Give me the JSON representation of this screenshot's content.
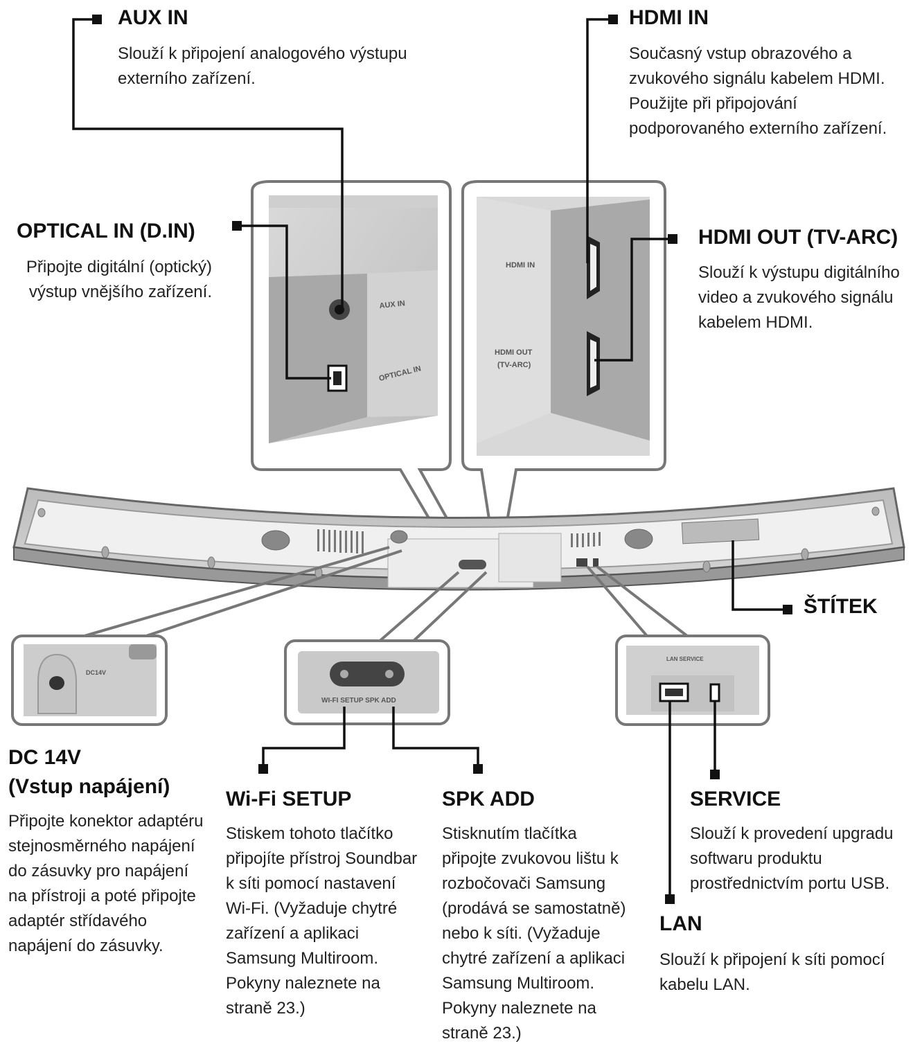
{
  "labels": {
    "aux_in": {
      "title": "AUX IN",
      "desc": "Slouží k připojení analogového výstupu\nexterního zařízení."
    },
    "hdmi_in": {
      "title": "HDMI IN",
      "desc": "Současný vstup obrazového a\nzvukového signálu kabelem HDMI.\nPoužijte při připojování\npodporovaného externího zařízení."
    },
    "optical_in": {
      "title": "OPTICAL IN (D.IN)",
      "desc": "Připojte digitální (optický)\nvýstup vnějšího zařízení."
    },
    "hdmi_out": {
      "title": "HDMI OUT (TV-ARC)",
      "desc": "Slouží k výstupu digitálního\nvideo a zvukového signálu\nkabelem HDMI."
    },
    "stitek": {
      "title": "ŠTÍTEK"
    },
    "dc14v": {
      "title_line1": "DC 14V",
      "title_line2": "(Vstup napájení)",
      "desc": "Připojte konektor adaptéru\nstejnosměrného napájení\ndo zásuvky pro napájení\nna přístroji a poté připojte\nadaptér střídavého\nnapájení do zásuvky."
    },
    "wifi_setup": {
      "title": "Wi-Fi SETUP",
      "desc": "Stiskem tohoto tlačítko\npřipojíte přístroj Soundbar\nk síti pomocí nastavení\nWi-Fi. (Vyžaduje chytré\nzařízení a aplikaci\nSamsung Multiroom.\nPokyny naleznete na\nstraně 23.)"
    },
    "spk_add": {
      "title": "SPK ADD",
      "desc": "Stisknutím tlačítka\npřipojte zvukovou lištu k\nrozbočovači Samsung\n(prodává se samostatně)\nnebo k síti. (Vyžaduje\nchytré zařízení a aplikaci\nSamsung Multiroom.\nPokyny naleznete na\nstraně 23.)"
    },
    "service": {
      "title": "SERVICE",
      "desc": "Slouží k provedení upgradu\nsoftwaru produktu\nprostřednictvím portu USB."
    },
    "lan": {
      "title": "LAN",
      "desc": "Slouží k připojení k síti pomocí\nkabelu LAN."
    }
  },
  "device_text": {
    "aux_in": "AUX IN",
    "optical_in": "OPTICAL IN",
    "hdmi_in": "HDMI IN",
    "hdmi_out_1": "HDMI OUT",
    "hdmi_out_2": "(TV-ARC)",
    "dc14v": "DC14V",
    "wifi_setup_spk_add": "WI-FI SETUP   SPK ADD",
    "lan_service": "LAN SERVICE"
  }
}
